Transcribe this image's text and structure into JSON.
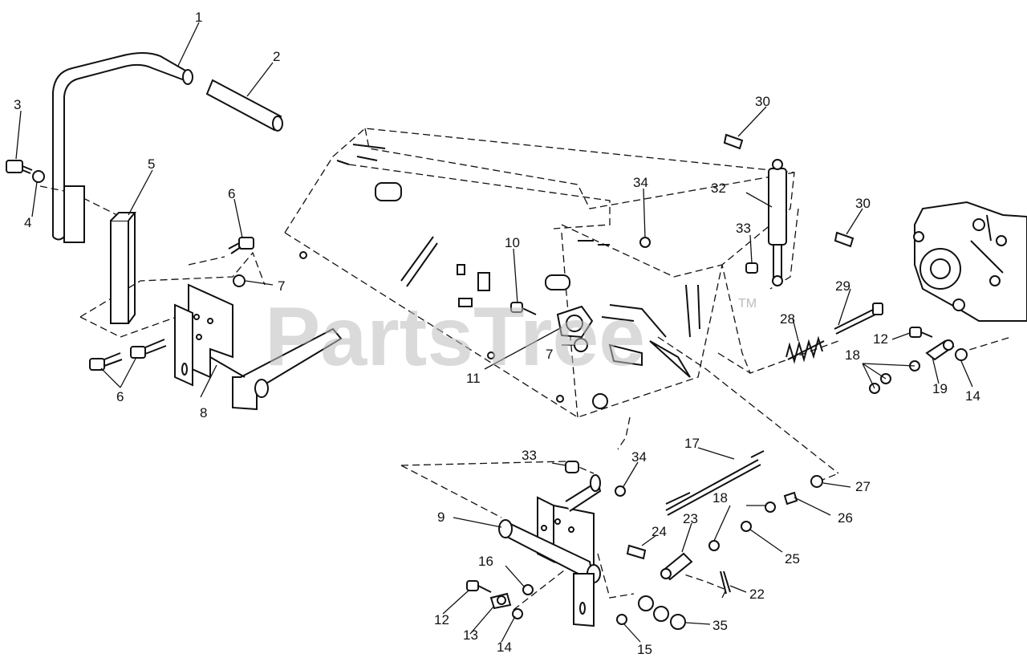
{
  "watermark": {
    "text": "PartsTree",
    "tm": "TM"
  },
  "callouts": [
    "1",
    "2",
    "3",
    "4",
    "5",
    "6",
    "6",
    "7",
    "7",
    "8",
    "9",
    "10",
    "11",
    "12",
    "12",
    "13",
    "14",
    "14",
    "15",
    "16",
    "17",
    "18",
    "18",
    "19",
    "22",
    "23",
    "24",
    "25",
    "26",
    "27",
    "28",
    "29",
    "30",
    "30",
    "32",
    "33",
    "33",
    "34",
    "34",
    "35"
  ]
}
